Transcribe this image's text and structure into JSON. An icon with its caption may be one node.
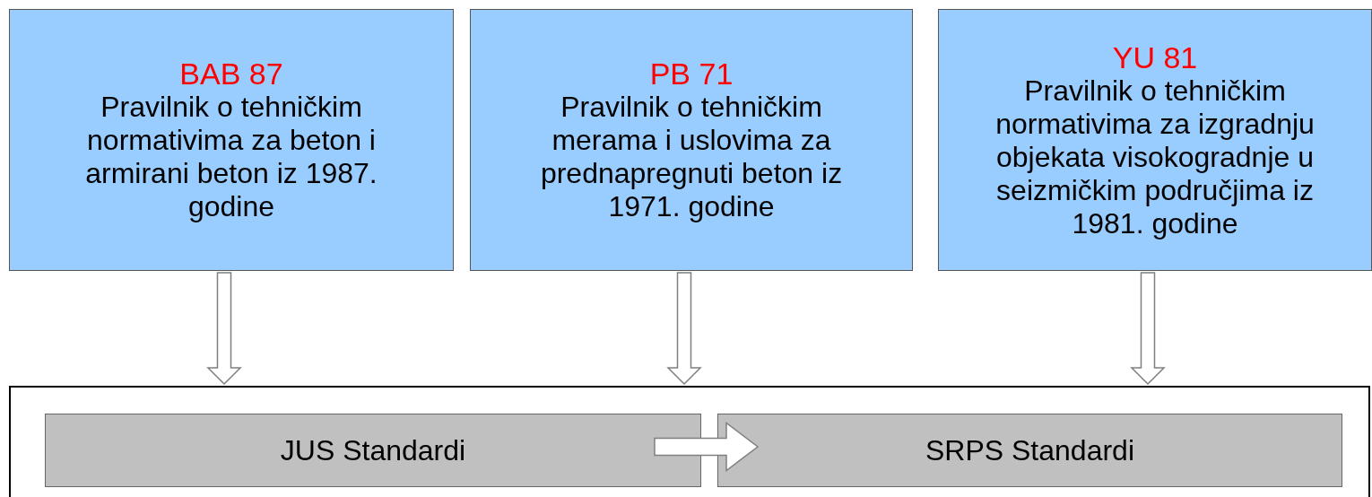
{
  "diagram": {
    "nodes": [
      {
        "text": [
          "BAB 87",
          "Pravilnik o tehničkim normativima za beton i armirani beton iz 1987. godine"
        ]
      },
      {
        "text": [
          "PB 71",
          "Pravilnik o tehničkim merama i uslovima za prednapregnuti beton iz 1971. godine"
        ]
      },
      {
        "text": [
          "YU 81",
          "Pravilnik o tehničkim normativima za izgradnju objekata visokogradnje u seizmičkim područjima iz 1981. godine"
        ]
      },
      {
        "text": [],
        "shape": "box"
      },
      {
        "text": [
          "JUS Standardi"
        ],
        "in": 3
      },
      {
        "text": [
          "SRPS Standardi"
        ],
        "in": 3
      }
    ],
    "edges": [
      {
        "from": 0,
        "to": 3,
        "arrow": "to"
      },
      {
        "from": 1,
        "to": 3,
        "arrow": "to"
      },
      {
        "from": 2,
        "to": 3,
        "arrow": "to"
      },
      {
        "from": 4,
        "to": 5,
        "arrow": "to"
      }
    ]
  }
}
